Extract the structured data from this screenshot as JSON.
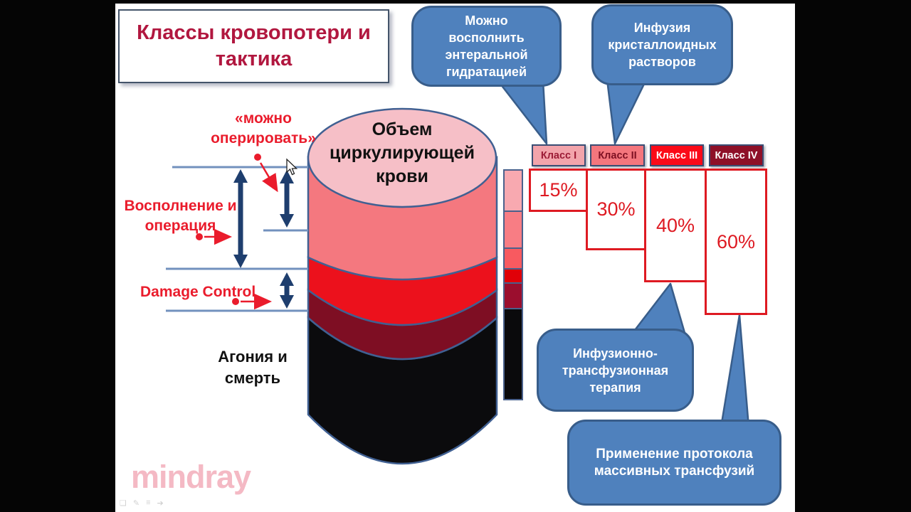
{
  "slide": {
    "title": "Классы кровопотери и тактика",
    "watermark": "mindray"
  },
  "bubbles": {
    "top_left": "Можно восполнить энтеральной гидратацией",
    "top_right": "Инфузия кристаллоидных растворов",
    "bottom_left": "Инфузионно-трансфузионная терапия",
    "bottom_right": "Применение протокола массивных трансфузий",
    "fill_color": "#4F81BD",
    "border_color": "#385D8A"
  },
  "cylinder": {
    "label": "Объем циркулирующей крови",
    "layers": [
      {
        "name": "class-1-loss",
        "color": "#F6BFC7"
      },
      {
        "name": "class-2-loss",
        "color": "#F4787F"
      },
      {
        "name": "class-3-loss",
        "color": "#EC111C"
      },
      {
        "name": "class-4-loss",
        "color": "#7E0E23"
      },
      {
        "name": "agony-death",
        "color": "#0B0B0D"
      }
    ]
  },
  "left_labels": {
    "can_operate": "«можно оперировать»",
    "replenish": "Восполнение и операция",
    "damage_control": "Damage Control",
    "agony": "Агония и смерть",
    "accent_color": "#EA1C2C"
  },
  "classes": {
    "columns": [
      {
        "label": "Класс I",
        "percent": "15%",
        "header_bg": "#F2A4AB",
        "header_text": "#9B1B35"
      },
      {
        "label": "Класс II",
        "percent": "30%",
        "header_bg": "#F4767D",
        "header_text": "#7E1022"
      },
      {
        "label": "Класс III",
        "percent": "40%",
        "header_bg": "#FB0A18",
        "header_text": "#FFFFFF"
      },
      {
        "label": "Класс IV",
        "percent": "60%",
        "header_bg": "#8E1028",
        "header_text": "#FFFFFF"
      }
    ],
    "box_border_color": "#DE1A22",
    "percent_text_color": "#DE1A22"
  },
  "mini_bar_segments": [
    {
      "name": "class-1",
      "color": "#F8A9B0"
    },
    {
      "name": "class-2",
      "color": "#F87D84"
    },
    {
      "name": "class-2b",
      "color": "#F85A60"
    },
    {
      "name": "class-3",
      "color": "#E00008"
    },
    {
      "name": "class-4",
      "color": "#9B0E2E"
    },
    {
      "name": "death",
      "color": "#0A0A0C"
    }
  ],
  "chart_data": {
    "type": "bar",
    "title": "Классы кровопотери и тактика",
    "categories": [
      "Класс I",
      "Класс II",
      "Класс III",
      "Класс IV"
    ],
    "values": [
      15,
      30,
      40,
      60
    ],
    "unit": "%",
    "annotations": [
      "Можно восполнить энтеральной гидратацией",
      "Инфузия кристаллоидных растворов",
      "Инфузионно-трансфузионная терапия",
      "Применение протокола массивных трансфузий"
    ]
  },
  "presenter_controls": {
    "comment_glyph": "❏",
    "pen_glyph": "✎",
    "slides_glyph": "≡",
    "next_glyph": "➔"
  }
}
